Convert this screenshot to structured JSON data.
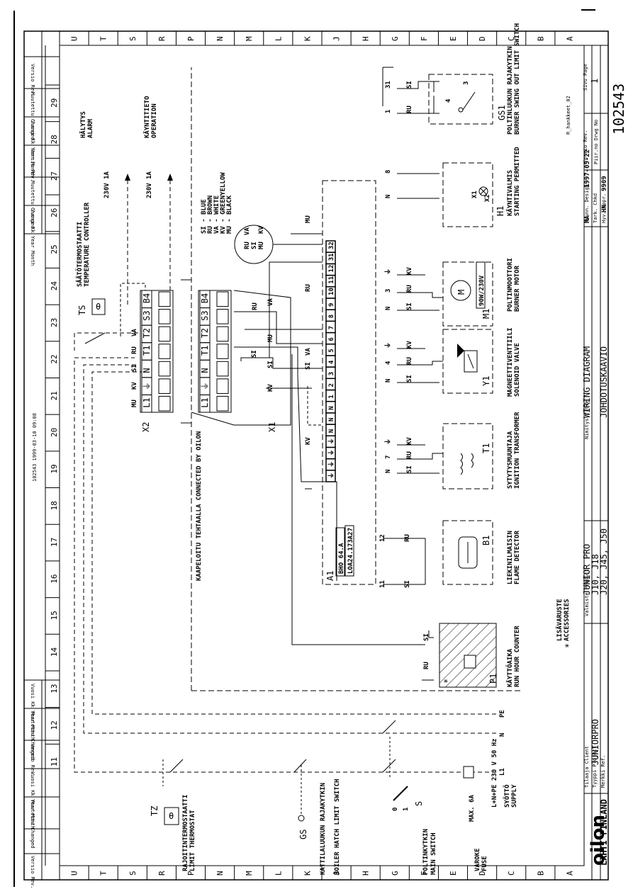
{
  "drawing": {
    "number": "102543",
    "page": "1",
    "date": "1997-05-22",
    "revision_stamp": "102543 1999-03-10 09:08",
    "product_label": "Valmiste Product",
    "product": "JUNIOR PRO",
    "models_1": "J10, J18",
    "models_2": "J20, J45, J50",
    "title_label": "Nimitys Title",
    "title_en": "WIRING DIAGRAM",
    "title_fi": "JOHDOTUSKAAVIO",
    "client_label": "Tilaaja Client",
    "type_label": "Tyyppi Project",
    "type": "JUNIORPRO",
    "project": "JUNIORPRO",
    "ref_label": "Merkki Ref.",
    "design_label": "Suunn. Design",
    "designer": "MA",
    "check_label": "Tark. Chkd",
    "approved_label": "Hyv. Appr.",
    "approved": "HN",
    "approved_code": "9909",
    "version_label": "Versio Rev.",
    "sheet_label": "Sivu Page",
    "drawing_no_label": "Piir.no Drwg No",
    "company": "oilon",
    "company_location": "LAHTI FINLAND",
    "corner_mark": "R_hankkeet_02"
  },
  "grid": {
    "columns": [
      "11",
      "12",
      "13",
      "14",
      "15",
      "16",
      "17",
      "18",
      "19",
      "20",
      "21",
      "22",
      "23",
      "24",
      "25",
      "26",
      "27",
      "28",
      "29"
    ],
    "rows": [
      "U",
      "T",
      "S",
      "R",
      "P",
      "N",
      "M",
      "L",
      "K",
      "J",
      "H",
      "G",
      "F",
      "E",
      "D",
      "C",
      "B",
      "A"
    ],
    "header_cells": [
      "Versio Rev.",
      "Muutettu Changed",
      "Vuosi Kk Year Month",
      "Versio Rev.",
      "Muutettu Changed",
      "Vuosi Kk Year Month"
    ]
  },
  "components": {
    "TZ": {
      "tag": "TZ",
      "symbol": "θ",
      "label_fi": "RAJOITINTERMOSTAATTI",
      "label_en": "LIMIT THERMOSTAT"
    },
    "GS": {
      "tag": "GS",
      "label_fi": "KATTILALUUKUN RAJAKYTKIN",
      "label_en": "BOILER HATCH LIMIT SWITCH"
    },
    "S": {
      "tag": "S",
      "contacts": [
        "0",
        "1"
      ],
      "label_fi": "POLTINKYTKIN",
      "label_en": "MAIN SWITCH"
    },
    "fuse": {
      "tag": "MAX. 6A",
      "label_fi": "VAROKE",
      "label_en": "FUSE"
    },
    "supply": {
      "spec": "L+N+PE 230 V 50 Hz",
      "label_fi": "SYÖTTÖ",
      "label_en": "SUPPLY",
      "terminals": [
        "L1",
        "N",
        "PE"
      ]
    },
    "P1": {
      "tag": "P1",
      "label_fi": "KÄYTTÖAIKA",
      "label_en": "RUN HOUR COUNTER",
      "wires": [
        "RU",
        "SI"
      ],
      "accessory_mark": "*"
    },
    "accessories": {
      "label_fi": "LISÄVARUSTE",
      "label_en": "ACCESSORIES",
      "mark": "*"
    },
    "cabled": {
      "text": "KAAPELOITU TEHTAALLA CONNECTED BY OILON"
    },
    "A1": {
      "tag": "A1",
      "model1": "BHO 64.A",
      "model2": "LOA24.173A27"
    },
    "B1": {
      "tag": "B1",
      "label_fi": "LIEKINILMAISIN",
      "label_en": "FLAME DETECTOR",
      "pins": [
        "11",
        "12"
      ],
      "wires": [
        "SI",
        "RU"
      ]
    },
    "T1": {
      "tag": "T1",
      "label_fi": "SYTYTYSMUUNTAJA",
      "label_en": "IGNITION TRANSFORMER",
      "pins": [
        "N",
        "7",
        "⏚"
      ],
      "wires": [
        "SI",
        "RU",
        "KV"
      ]
    },
    "Y1": {
      "tag": "Y1",
      "label_fi": "MAGNEETTIVENTTIILI",
      "label_en": "SOLENOID VALVE",
      "pins": [
        "N",
        "4",
        "⏚"
      ],
      "wires": [
        "SI",
        "RU",
        "KV"
      ]
    },
    "M1": {
      "tag": "M1",
      "rating": "90W/230V",
      "label_fi": "POLTINMOOTTORI",
      "label_en": "BURNER MOTOR",
      "pins": [
        "N",
        "3",
        "⏚"
      ],
      "wires": [
        "SI",
        "RU",
        "KV"
      ]
    },
    "H1": {
      "tag": "H1",
      "label_fi": "KÄYNTIVALMIS",
      "label_en": "STARTING PERMITTED",
      "pins": [
        "N",
        "8"
      ],
      "contacts": [
        "X1",
        "X2"
      ]
    },
    "GS1": {
      "tag": "GS1",
      "label_fi": "POLTINLUUKUN RAJAKYTKIN",
      "label_en": "BURNER SWING OUT LIMIT SWITCH",
      "pins": [
        "1",
        "31"
      ],
      "wires": [
        "RU",
        "SI"
      ],
      "contacts": [
        "4",
        "3"
      ]
    },
    "TS": {
      "tag": "TS",
      "symbol": "θ",
      "label_fi": "SÄÄTÖTERMOSTAATTI",
      "label_en": "TEMPERATURE CONTROLLER"
    },
    "X1": {
      "tag": "X1",
      "terminals": [
        "L1",
        "⏚",
        "N",
        "T1",
        "T2",
        "S3",
        "B4"
      ],
      "wires": [
        "KV",
        "SI",
        "MU",
        "RU",
        "VA"
      ]
    },
    "X2": {
      "tag": "X2",
      "terminals": [
        "L1",
        "⏚",
        "N",
        "T1",
        "T2",
        "S3",
        "B4"
      ],
      "wires": [
        "MU",
        "KV",
        "SI",
        "RU",
        "VA"
      ]
    },
    "A1_terminals": [
      "⏚",
      "⏚",
      "⏚",
      "⏚",
      "N",
      "N",
      "N",
      "1",
      "2",
      "3",
      "4",
      "5",
      "6",
      "7",
      "8",
      "9",
      "10",
      "11",
      "12",
      "31",
      "32"
    ],
    "alarm": {
      "rating": "230V 1A",
      "label_fi": "HÄLYTYS",
      "label_en": "ALARM"
    },
    "operation": {
      "rating": "230V 1A",
      "label_fi": "KÄYNTITIETO",
      "label_en": "OPERATION"
    },
    "cable_wires": {
      "top": [
        "RU",
        "VA"
      ],
      "mid": [
        "SI"
      ],
      "bottom": [
        "MU",
        "KV"
      ]
    }
  },
  "legend": [
    {
      "code": "SI",
      "color": "BLUE"
    },
    {
      "code": "RU",
      "color": "BROWN"
    },
    {
      "code": "VA",
      "color": "WHITE"
    },
    {
      "code": "KV",
      "color": "GREENYELLOW"
    },
    {
      "code": "MU",
      "color": "BLACK"
    }
  ]
}
